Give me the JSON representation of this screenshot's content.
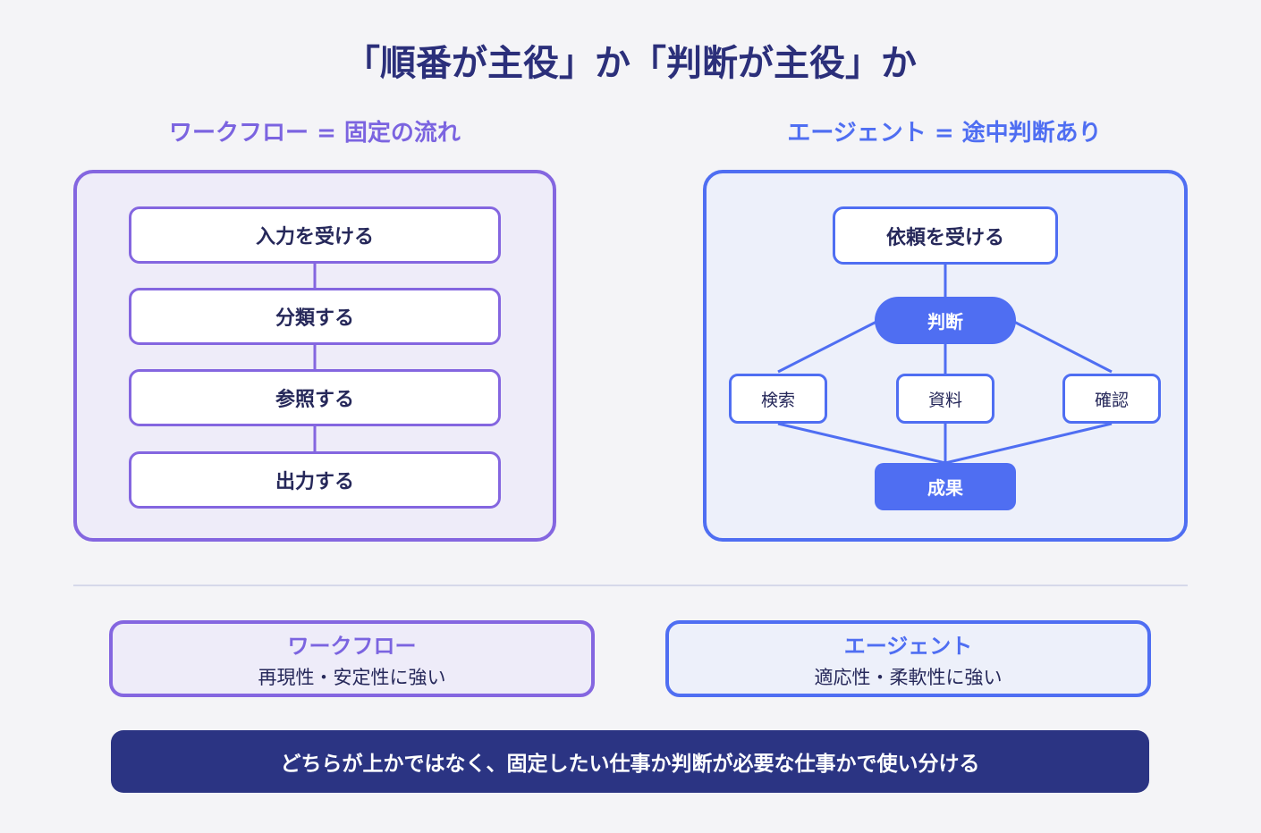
{
  "title": "「順番が主役」か「判断が主役」か",
  "workflow": {
    "heading": "ワークフロー = 固定の流れ",
    "steps": [
      "入力を受ける",
      "分類する",
      "参照する",
      "出力する"
    ]
  },
  "agent": {
    "heading": "エージェント = 途中判断あり",
    "request": "依頼を受ける",
    "decision": "判断",
    "tools": [
      "検索",
      "資料",
      "確認"
    ],
    "result": "成果"
  },
  "summary": {
    "workflow": {
      "title": "ワークフロー",
      "desc": "再現性・安定性に強い"
    },
    "agent": {
      "title": "エージェント",
      "desc": "適応性・柔軟性に強い"
    }
  },
  "conclusion": "どちらが上かではなく、固定したい仕事か判断が必要な仕事かで使い分ける",
  "colors": {
    "workflow": "#8466e0",
    "agent": "#4f6ef2",
    "title": "#2b2f7a",
    "banner": "#2b3483"
  }
}
